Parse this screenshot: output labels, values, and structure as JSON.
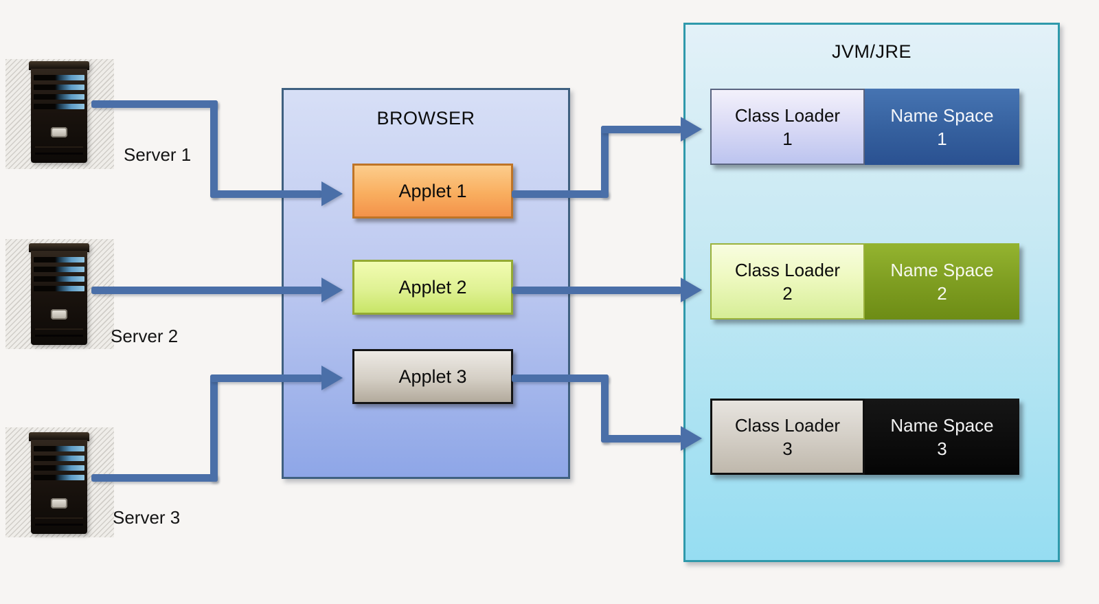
{
  "diagram": {
    "servers": [
      {
        "label": "Server 1"
      },
      {
        "label": "Server 2"
      },
      {
        "label": "Server 3"
      }
    ],
    "browser": {
      "title": "BROWSER",
      "applets": [
        {
          "label": "Applet 1"
        },
        {
          "label": "Applet 2"
        },
        {
          "label": "Applet 3"
        }
      ]
    },
    "jvm": {
      "title": "JVM/JRE",
      "pairs": [
        {
          "loader_title": "Class Loader",
          "loader_num": "1",
          "space_title": "Name Space",
          "space_num": "1"
        },
        {
          "loader_title": "Class Loader",
          "loader_num": "2",
          "space_title": "Name Space",
          "space_num": "2"
        },
        {
          "loader_title": "Class Loader",
          "loader_num": "3",
          "space_title": "Name Space",
          "space_num": "3"
        }
      ]
    },
    "colors": {
      "arrow": "#4a6fa8",
      "browser_border": "#3f6080",
      "browser_fill": "#aebdec",
      "jvm_border": "#2f99ab",
      "jvm_fill": "#b5e6f3",
      "applet1_fill": "#f9ae5f",
      "applet2_fill": "#dff193",
      "applet3_fill": "#cdc6ba",
      "class_loader1_fill": "#dcdcf6",
      "name_space1_fill": "#35609e",
      "class_loader2_fill": "#eef9c0",
      "name_space2_fill": "#7d9c20",
      "class_loader3_fill": "#d6d1c9",
      "name_space3_fill": "#050505"
    }
  }
}
